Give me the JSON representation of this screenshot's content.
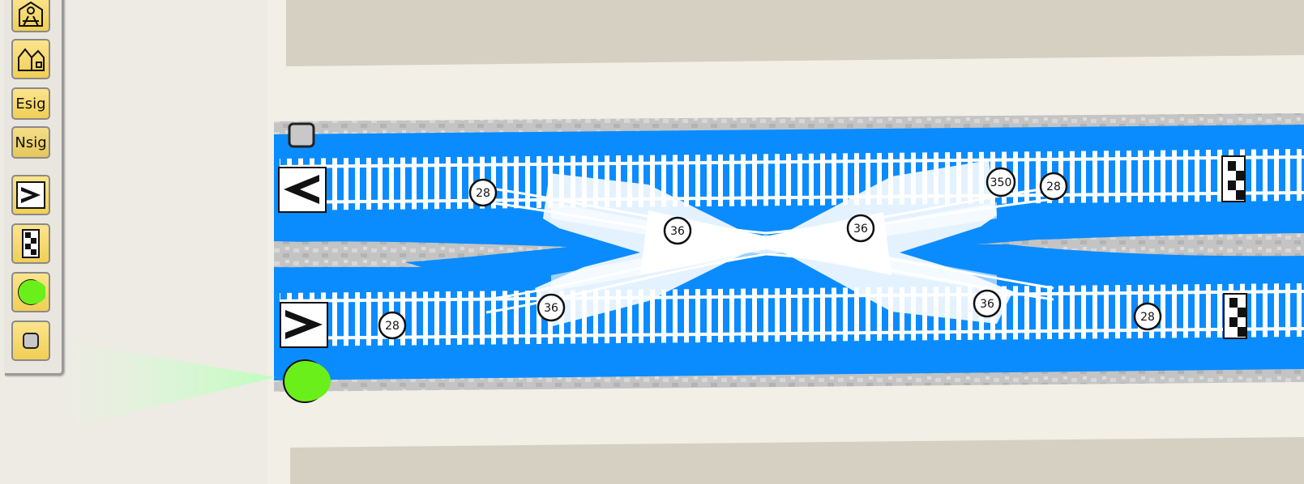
{
  "toolbar": {
    "items": [
      {
        "id": "station",
        "icon": "station-icon"
      },
      {
        "id": "house",
        "icon": "house-icon"
      },
      {
        "id": "esig",
        "label": "Esig"
      },
      {
        "id": "nsig",
        "label": "Nsig"
      },
      {
        "id": "direction-sign",
        "icon": "chevron-right-icon"
      },
      {
        "id": "end-marker",
        "icon": "checker-marker-icon"
      },
      {
        "id": "signal",
        "icon": "signal-light-icon"
      },
      {
        "id": "small-square",
        "icon": "square-icon"
      }
    ]
  },
  "track": {
    "speed_markers": [
      {
        "label": "28"
      },
      {
        "label": "36"
      },
      {
        "label": "36"
      },
      {
        "label": "350"
      },
      {
        "label": "28"
      },
      {
        "label": "28"
      },
      {
        "label": "36"
      },
      {
        "label": "36"
      },
      {
        "label": "28"
      }
    ],
    "colors": {
      "highlight": "#0a8cff",
      "signal_green": "#6bef1b",
      "rail": "#ffffff",
      "ballast": "#bdbdbd"
    }
  }
}
